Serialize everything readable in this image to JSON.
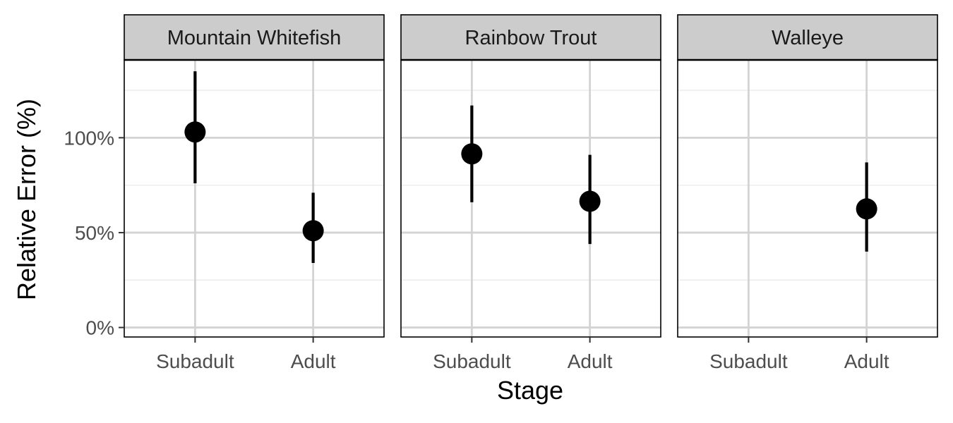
{
  "chart_data": {
    "type": "scatter",
    "subtype": "point-range faceted",
    "ylabel": "Relative Error (%)",
    "xlabel": "Stage",
    "categories": [
      "Subadult",
      "Adult"
    ],
    "y_ticks": [
      0,
      50,
      100
    ],
    "y_tick_labels": [
      "0%",
      "50%",
      "100%"
    ],
    "ylim": [
      -5,
      141
    ],
    "grid": true,
    "theme": "bw",
    "colors": {
      "point": "#000000",
      "strip_fill": "#cccccc",
      "grid_major": "#d3d3d3",
      "grid_minor": "#ebebeb",
      "panel_border": "#000000"
    },
    "facets": [
      {
        "title": "Mountain Whitefish",
        "points": [
          {
            "stage": "Subadult",
            "y": 103,
            "ymin": 76,
            "ymax": 135
          },
          {
            "stage": "Adult",
            "y": 51,
            "ymin": 34,
            "ymax": 71
          }
        ]
      },
      {
        "title": "Rainbow Trout",
        "points": [
          {
            "stage": "Subadult",
            "y": 91.5,
            "ymin": 66,
            "ymax": 117
          },
          {
            "stage": "Adult",
            "y": 66.5,
            "ymin": 44,
            "ymax": 91
          }
        ]
      },
      {
        "title": "Walleye",
        "points": [
          {
            "stage": "Adult",
            "y": 62.5,
            "ymin": 40,
            "ymax": 87
          }
        ]
      }
    ]
  }
}
